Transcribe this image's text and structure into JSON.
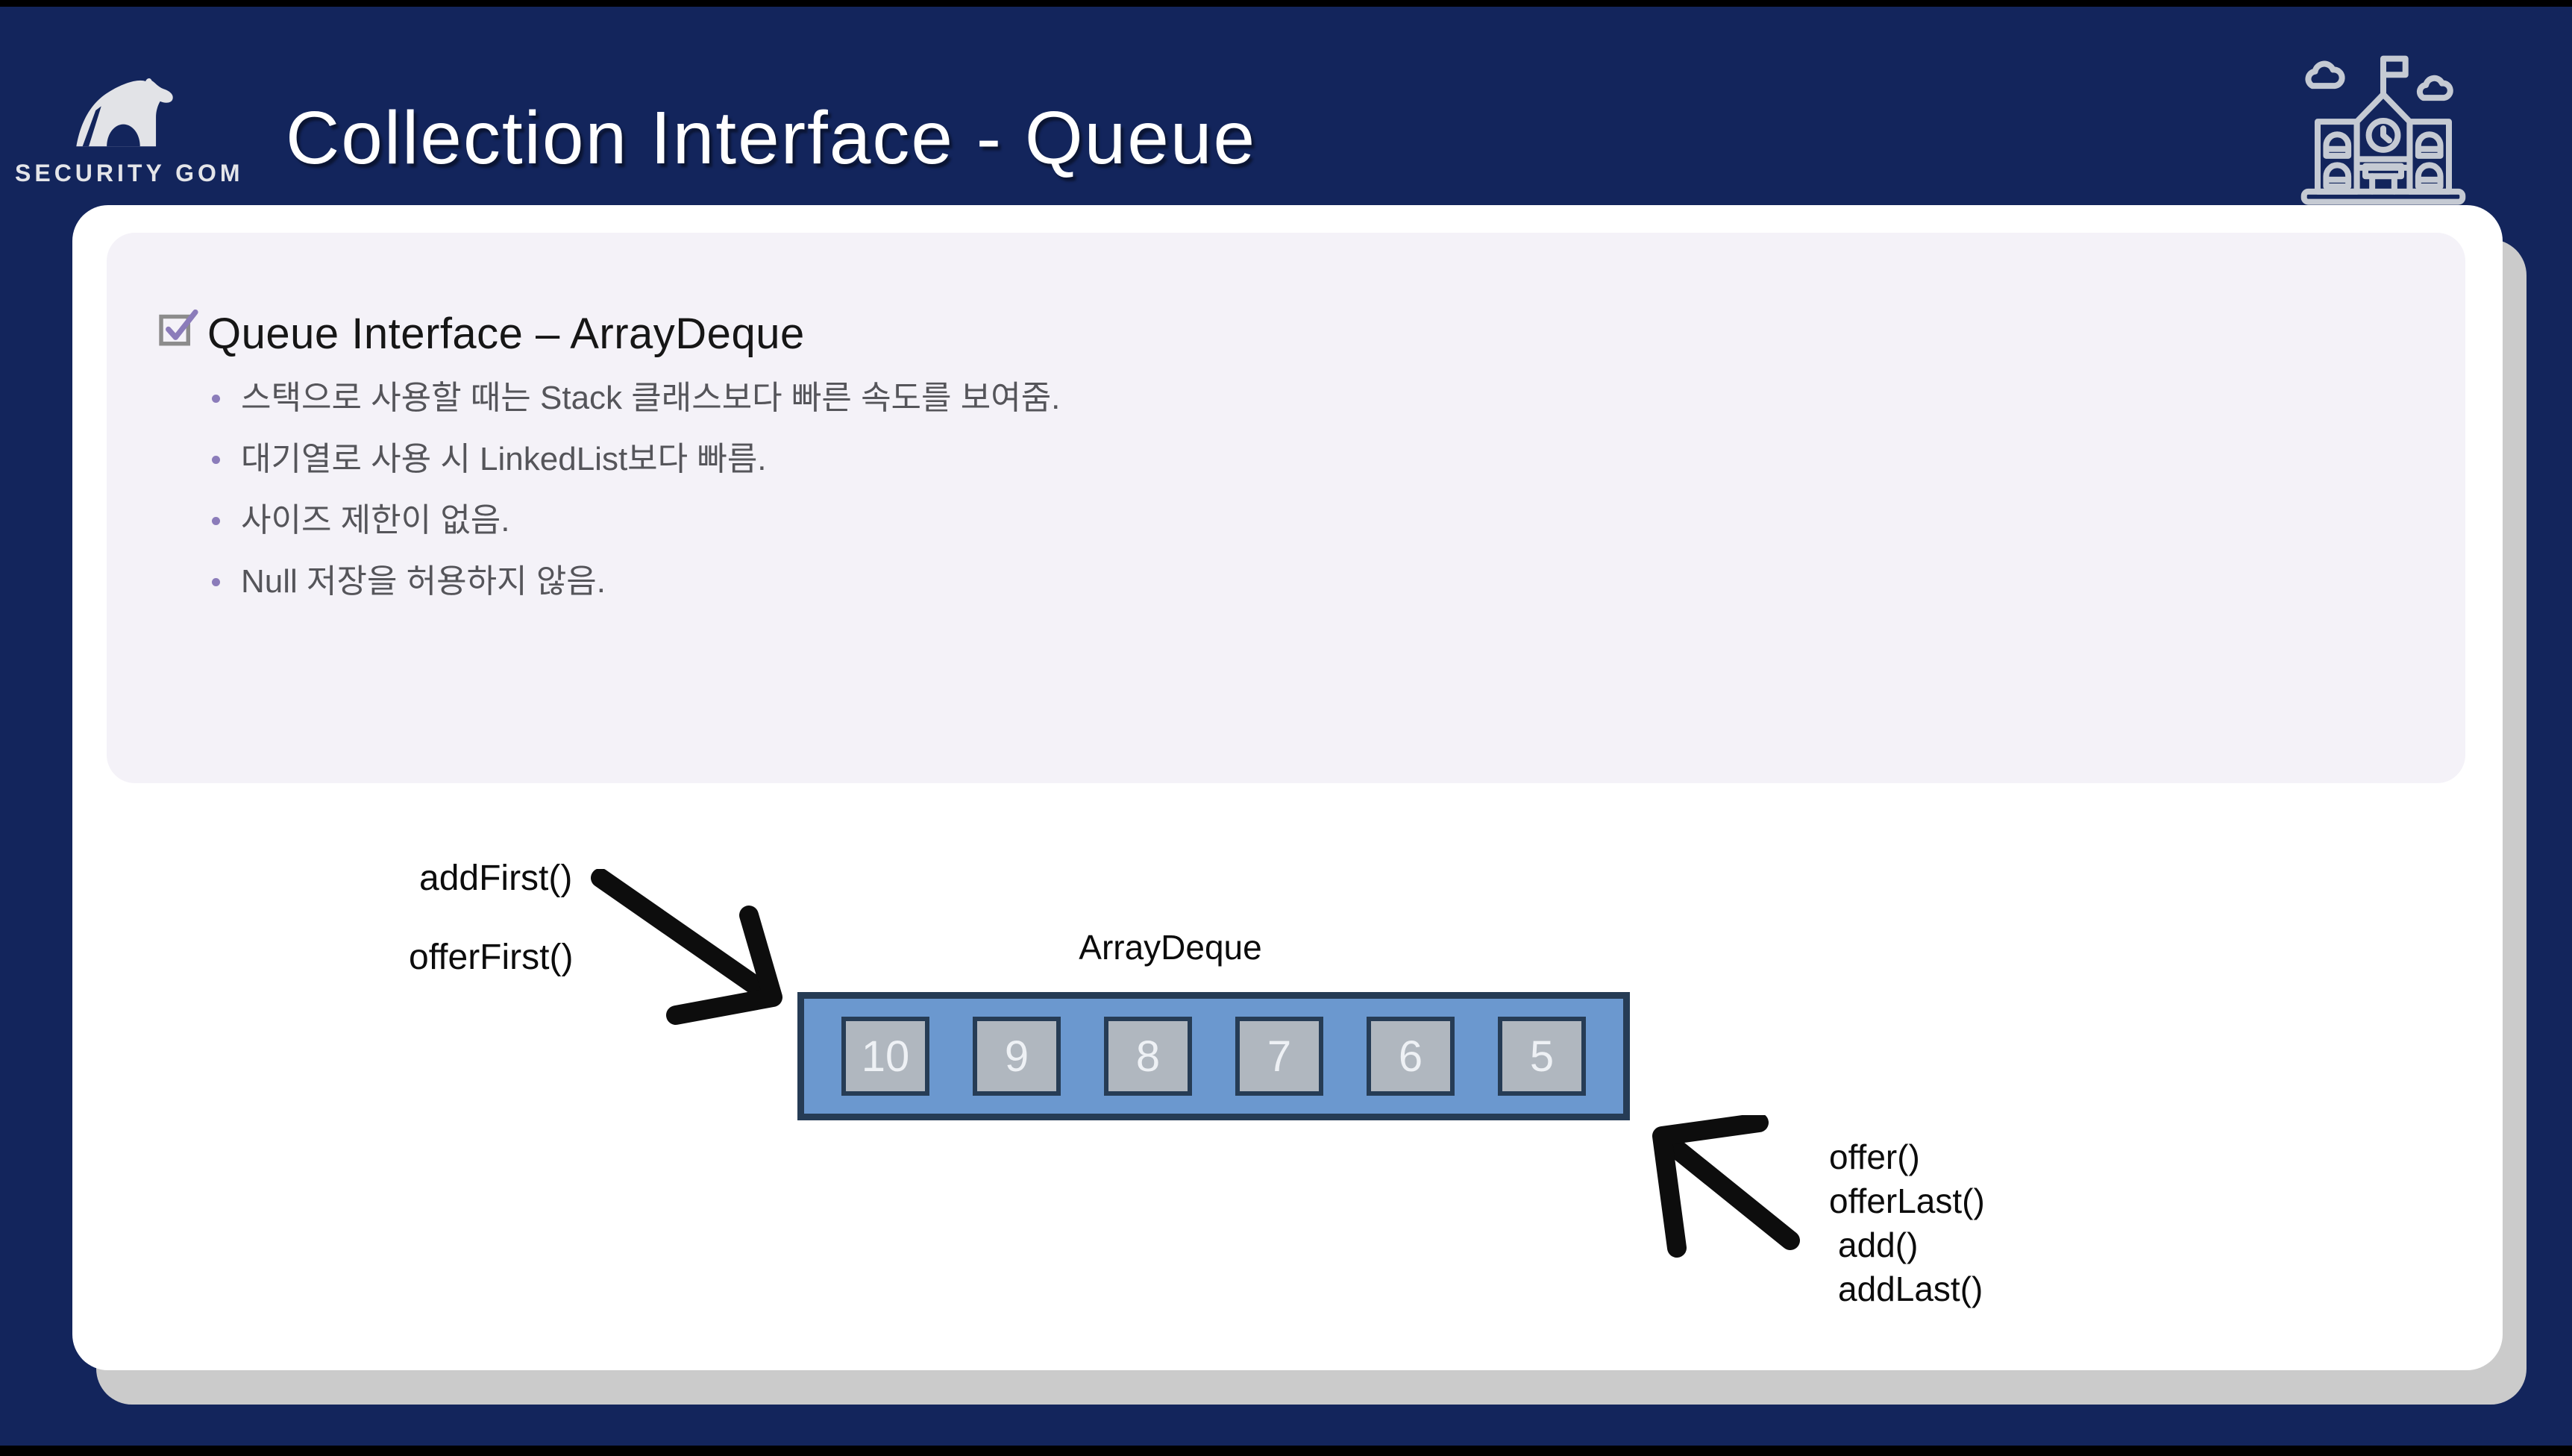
{
  "slide": {
    "header": {
      "brand": "SECURITY GOM",
      "title": "Collection Interface - Queue",
      "logo_icon": "polar-bear-logo-icon",
      "corner_icon": "school-building-icon"
    },
    "content": {
      "heading": "Queue Interface – ArrayDeque",
      "heading_icon": "checkbox-checked-icon",
      "bullets": [
        "스택으로 사용할 때는 Stack 클래스보다 빠른 속도를 보여줌.",
        "대기열로 사용 시 LinkedList보다 빠름.",
        "사이즈 제한이 없음.",
        "Null 저장을 허용하지 않음."
      ]
    },
    "diagram": {
      "front_labels": [
        "addFirst()",
        "offerFirst()"
      ],
      "structure_title": "ArrayDeque",
      "cells": [
        "10",
        "9",
        "8",
        "7",
        "6",
        "5"
      ],
      "rear_labels": [
        "offer()",
        "offerLast()",
        "add()",
        "addLast()"
      ],
      "colors": {
        "container_fill": "#6b98cf",
        "container_border": "#263c55",
        "cell_fill": "#b0b7bf",
        "cell_text": "#eef1f5",
        "arrow": "#0d0d0d"
      }
    },
    "colors": {
      "background": "#13255c",
      "card": "#ffffff",
      "inner_panel": "#f4f2f8",
      "card_shadow": "#cbcbcb",
      "accent_purple": "#8b7cba",
      "title_text": "#ffffff",
      "body_text": "#55555a"
    }
  }
}
